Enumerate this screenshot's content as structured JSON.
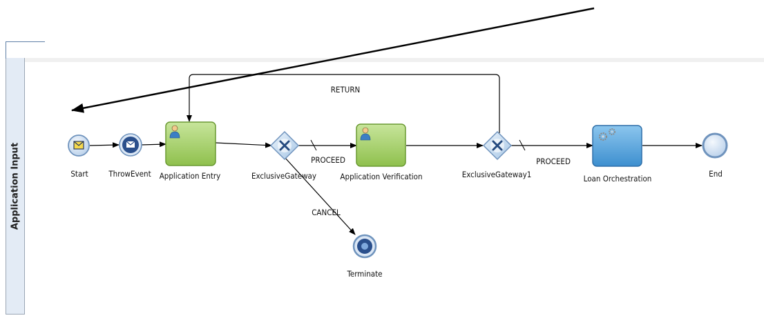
{
  "lane": {
    "label": "Application Input"
  },
  "nodes": {
    "start": {
      "label": "Start",
      "icon": "envelope-icon"
    },
    "throw_event": {
      "label": "ThrowEvent",
      "icon": "envelope-filled-icon"
    },
    "application_entry": {
      "label": "Application Entry",
      "icon": "user-task-icon"
    },
    "exclusive_gateway": {
      "label": "ExclusiveGateway",
      "icon": "x-gateway-icon"
    },
    "application_verification": {
      "label": "Application Verification",
      "icon": "user-task-icon"
    },
    "exclusive_gateway1": {
      "label": "ExclusiveGateway1",
      "icon": "x-gateway-icon"
    },
    "loan_orchestration": {
      "label": "Loan Orchestration",
      "icon": "gears-icon"
    },
    "end": {
      "label": "End"
    },
    "terminate": {
      "label": "Terminate"
    }
  },
  "flows": {
    "return_label": "RETURN",
    "proceed1_label": "PROCEED",
    "proceed2_label": "PROCEED",
    "cancel_label": "CANCEL"
  },
  "colors": {
    "task_green": "#9ccc57",
    "task_blue": "#5aa4d6",
    "gateway": "#b9d3ec",
    "event_blue": "#2a4f8c"
  }
}
